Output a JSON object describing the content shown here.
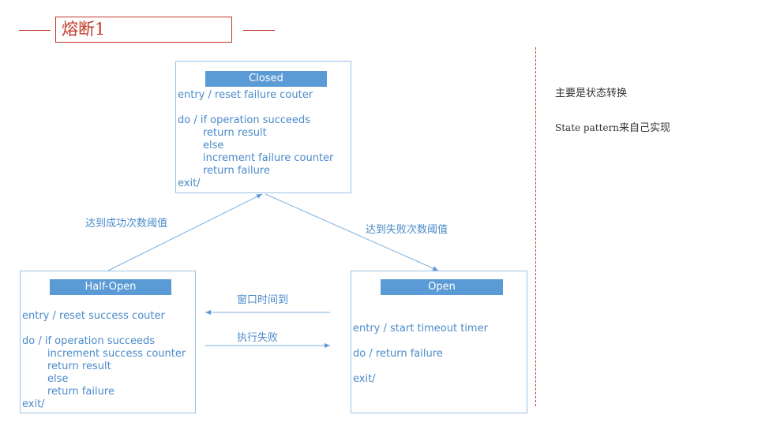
{
  "title": "熔断1",
  "states": {
    "closed": {
      "name": "Closed",
      "lines": [
        "entry / reset failure couter",
        "",
        "do / if operation succeeds",
        "return result",
        "else",
        "increment failure counter",
        "return failure",
        "exit/"
      ]
    },
    "half_open": {
      "name": "Half-Open",
      "lines": [
        "entry / reset success couter",
        "",
        "do / if operation succeeds",
        "increment success counter",
        "return result",
        "else",
        "return failure",
        "exit/"
      ]
    },
    "open": {
      "name": "Open",
      "lines": [
        "entry / start timeout timer",
        "",
        "do / return failure",
        "",
        "exit/"
      ]
    }
  },
  "transitions": {
    "half_to_closed": "达到成功次数阈值",
    "closed_to_open": "达到失败次数阈值",
    "open_to_half": "窗口时间到",
    "half_to_open": "执行失败"
  },
  "notes": {
    "line1_prefix": "主要是状态转换",
    "line2_prefix": "State pattern",
    "line2_suffix": "来自己实现"
  },
  "colors": {
    "accent_red": "#c0392b",
    "box_border": "#9dc3e6",
    "header_fill": "#5b9bd5",
    "text_blue": "#4a8ac9"
  }
}
